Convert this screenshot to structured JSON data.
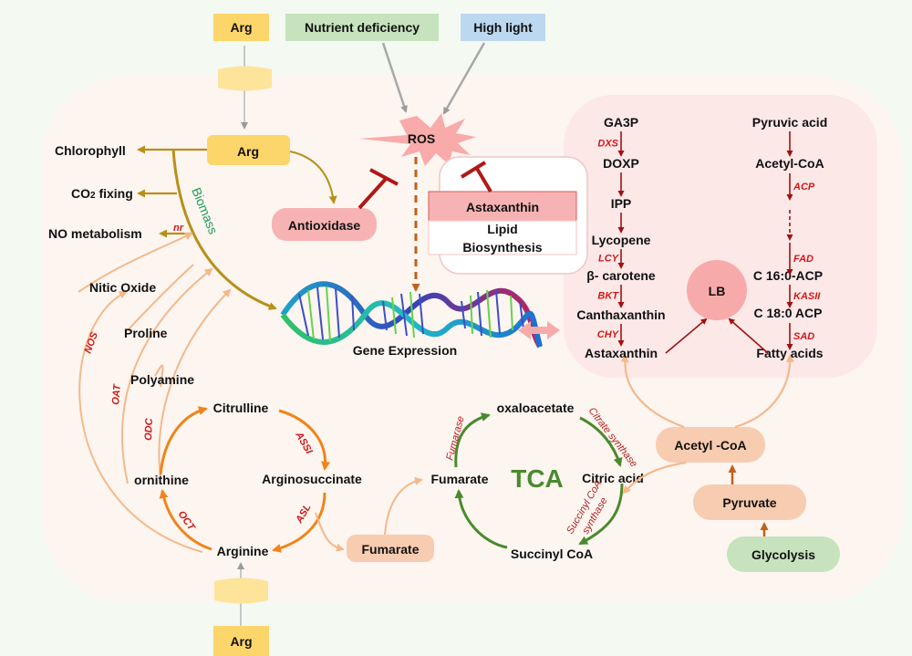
{
  "colors": {
    "background": "#f4f9f1",
    "cell": "#fdf5f0",
    "lipid_panel": "#fde8e8",
    "arg_box": "#fdd66b",
    "transporter": "#fde49a",
    "nutrient_box": "#c6e3bd",
    "light_box": "#bcd8f0",
    "ros": "#f9aaaa",
    "antioxidase": "#f7b3b3",
    "peach_box": "#f8ccb0",
    "glycolysis_box": "#c6e3bd",
    "olive_arrow": "#b8901a",
    "orange_arrow": "#f08418",
    "light_orange_arrow": "#f3b98a",
    "green_arrow": "#4a8a2e",
    "dark_red_arrow": "#a01010",
    "inhibitor": "#b01818",
    "enzyme_text": "#d01818",
    "biomass_text": "#19a05a",
    "tca_text": "#4a8a2e"
  },
  "inputs": {
    "arg_top": "Arg",
    "arg_bottom": "Arg",
    "nutrient_deficiency": "Nutrient deficiency",
    "high_light": "High light"
  },
  "center": {
    "ros": "ROS",
    "arg": "Arg",
    "antioxidase": "Antioxidase",
    "gene_expression": "Gene Expression",
    "biomass": "Biomass",
    "astaxanthin_box": "Astaxanthin",
    "lipid_biosynthesis_line1": "Lipid",
    "lipid_biosynthesis_line2": "Biosynthesis"
  },
  "outputs": {
    "chlorophyll": "Chlorophyll",
    "co2_fixing_prefix": "CO",
    "co2_fixing_sub": "2",
    "co2_fixing_suffix": " fixing",
    "no_metabolism": "NO metabolism",
    "nr": "nr"
  },
  "arginine_branches": {
    "nitic_oxide": "Nitic Oxide",
    "proline": "Proline",
    "polyamine": "Polyamine",
    "nos": "NOS",
    "oat": "OAT",
    "odc": "ODC"
  },
  "urea_cycle": {
    "citrulline": "Citrulline",
    "argininosuccinate": "Arginosuccinate",
    "arginine": "Arginine",
    "ornithine": "ornithine",
    "assi": "ASSI",
    "asl": "ASL",
    "oct": "OCT",
    "fumarate_box": "Fumarate"
  },
  "tca": {
    "title": "TCA",
    "oxaloacetate": "oxaloacetate",
    "citric_acid": "Citric acid",
    "succinyl_coa": "Succinyl CoA",
    "fumarate": "Fumarate",
    "fumarase": "Fumarase",
    "citrate_synthase": "Citrate synthase",
    "succinyl_coa_synthase_line1": "Succinyl CoA",
    "succinyl_coa_synthase_line2": "synthase"
  },
  "glycolysis": {
    "acetyl_coa": "Acetyl -CoA",
    "pyruvate": "Pyruvate",
    "glycolysis": "Glycolysis"
  },
  "carotenoid_pathway": {
    "steps": [
      "GA3P",
      "DOXP",
      "IPP",
      "Lycopene",
      "β- carotene",
      "Canthaxanthin",
      "Astaxanthin"
    ],
    "enzymes": [
      "DXS",
      "",
      "",
      "LCY",
      "BKT",
      "CHY"
    ]
  },
  "fatty_acid_pathway": {
    "steps": [
      "Pyruvic acid",
      "Acetyl-CoA",
      "",
      "",
      "C 16:0-ACP",
      "C 18:0 ACP",
      "Fatty acids"
    ],
    "enzymes": [
      "",
      "ACP",
      "",
      "FAD",
      "KASII",
      "SAD"
    ]
  },
  "lb": "LB"
}
